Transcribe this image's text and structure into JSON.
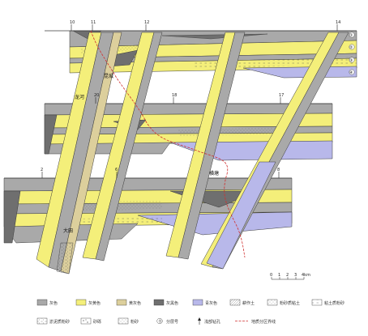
{
  "colors": {
    "gray": "#a9a9a9",
    "dark_gray": "#6f6f6f",
    "yellow": "#f4ef7a",
    "khaki": "#dccf9c",
    "violet": "#b8b8ea",
    "line": "#3a3a3a",
    "boundary": "#d03030"
  },
  "wells_top": [
    "10",
    "11",
    "12",
    "14"
  ],
  "wells_mid": [
    "20",
    "18",
    "17"
  ],
  "wells_bottom": [
    "2",
    "6",
    "8"
  ],
  "place_labels": {
    "a": "昆城",
    "b": "龙河",
    "c": "大田",
    "d": "横塘"
  },
  "layer_circles": [
    "①",
    "②",
    "③",
    "④"
  ],
  "scale": {
    "labels": [
      "0",
      "1",
      "2",
      "3",
      "4km"
    ]
  },
  "legend": [
    {
      "swatch": "gray",
      "label": "灰色",
      "icon": "gray-swatch-icon"
    },
    {
      "swatch": "yellow",
      "label": "灰黄色",
      "icon": "yellow-swatch-icon"
    },
    {
      "swatch": "khaki",
      "label": "黄灰色",
      "icon": "khaki-swatch-icon"
    },
    {
      "swatch": "dark_gray",
      "label": "灰黑色",
      "icon": "dark-gray-swatch-icon"
    },
    {
      "swatch": "violet",
      "label": "青灰色",
      "icon": "violet-swatch-icon"
    },
    {
      "swatch": "hatch",
      "label": "耕作土",
      "icon": "soil-hatch-icon"
    },
    {
      "swatch": "dots",
      "label": "粉砂质粘土",
      "icon": "silty-clay-icon"
    },
    {
      "swatch": "dash",
      "label": "粘土质粉砂",
      "icon": "clayey-silt-icon"
    },
    {
      "swatch": "grain",
      "label": "淤泥质粉砂",
      "icon": "mud-silt-icon"
    },
    {
      "swatch": "sand",
      "label": "砂砾",
      "icon": "sand-gravel-icon"
    },
    {
      "swatch": "fine",
      "label": "粉砂",
      "icon": "silt-icon"
    },
    {
      "swatch": "circle",
      "label": "分层号",
      "icon": "layer-number-icon"
    },
    {
      "swatch": "well",
      "label": "浅部钻孔",
      "icon": "borehole-icon"
    },
    {
      "swatch": "redline",
      "label": "地质分区界线",
      "icon": "zone-boundary-icon"
    }
  ]
}
